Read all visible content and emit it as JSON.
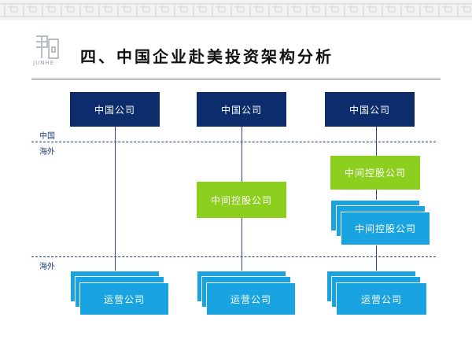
{
  "header": {
    "title": "四、中国企业赴美投资架构分析",
    "logo_text": "JUNHE"
  },
  "regions": {
    "china": "中国",
    "overseas_upper": "海外",
    "overseas_lower": "海外"
  },
  "columns": [
    {
      "top": "中国公司",
      "bottom": "运营公司"
    },
    {
      "top": "中国公司",
      "middle": "中间控股公司",
      "bottom": "运营公司"
    },
    {
      "top": "中国公司",
      "middle": "中间控股公司",
      "middle2": "中间控股公司",
      "bottom": "运营公司"
    }
  ],
  "colors": {
    "navy": "#0d2c6b",
    "green": "#8ccf1f",
    "blue": "#19a3e0"
  }
}
